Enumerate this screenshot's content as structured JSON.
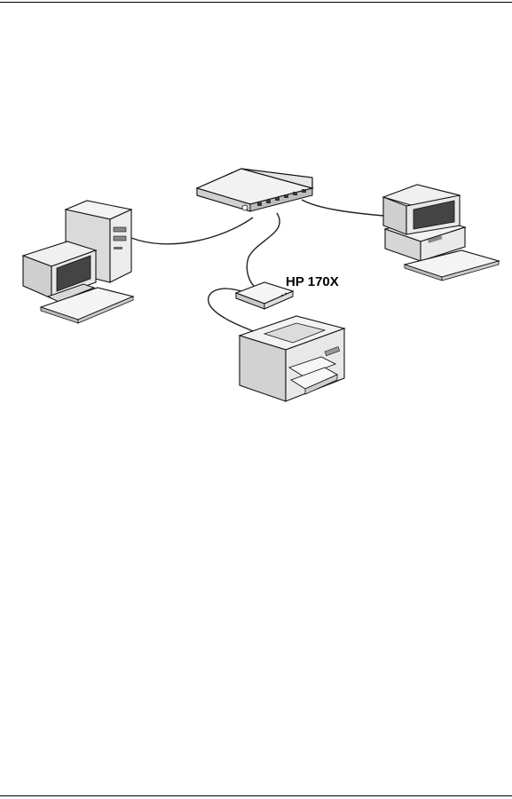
{
  "diagram": {
    "devices": [
      {
        "id": "hub",
        "icon": "network-hub-icon"
      },
      {
        "id": "left-computer",
        "icon": "tower-computer-icon"
      },
      {
        "id": "right-computer",
        "icon": "desktop-computer-icon"
      },
      {
        "id": "print-server",
        "icon": "print-server-icon",
        "label": "HP 170X"
      },
      {
        "id": "printer",
        "icon": "laser-printer-icon"
      }
    ],
    "connections": [
      [
        "left-computer",
        "hub"
      ],
      [
        "right-computer",
        "hub"
      ],
      [
        "print-server",
        "hub"
      ],
      [
        "print-server",
        "printer"
      ]
    ]
  }
}
